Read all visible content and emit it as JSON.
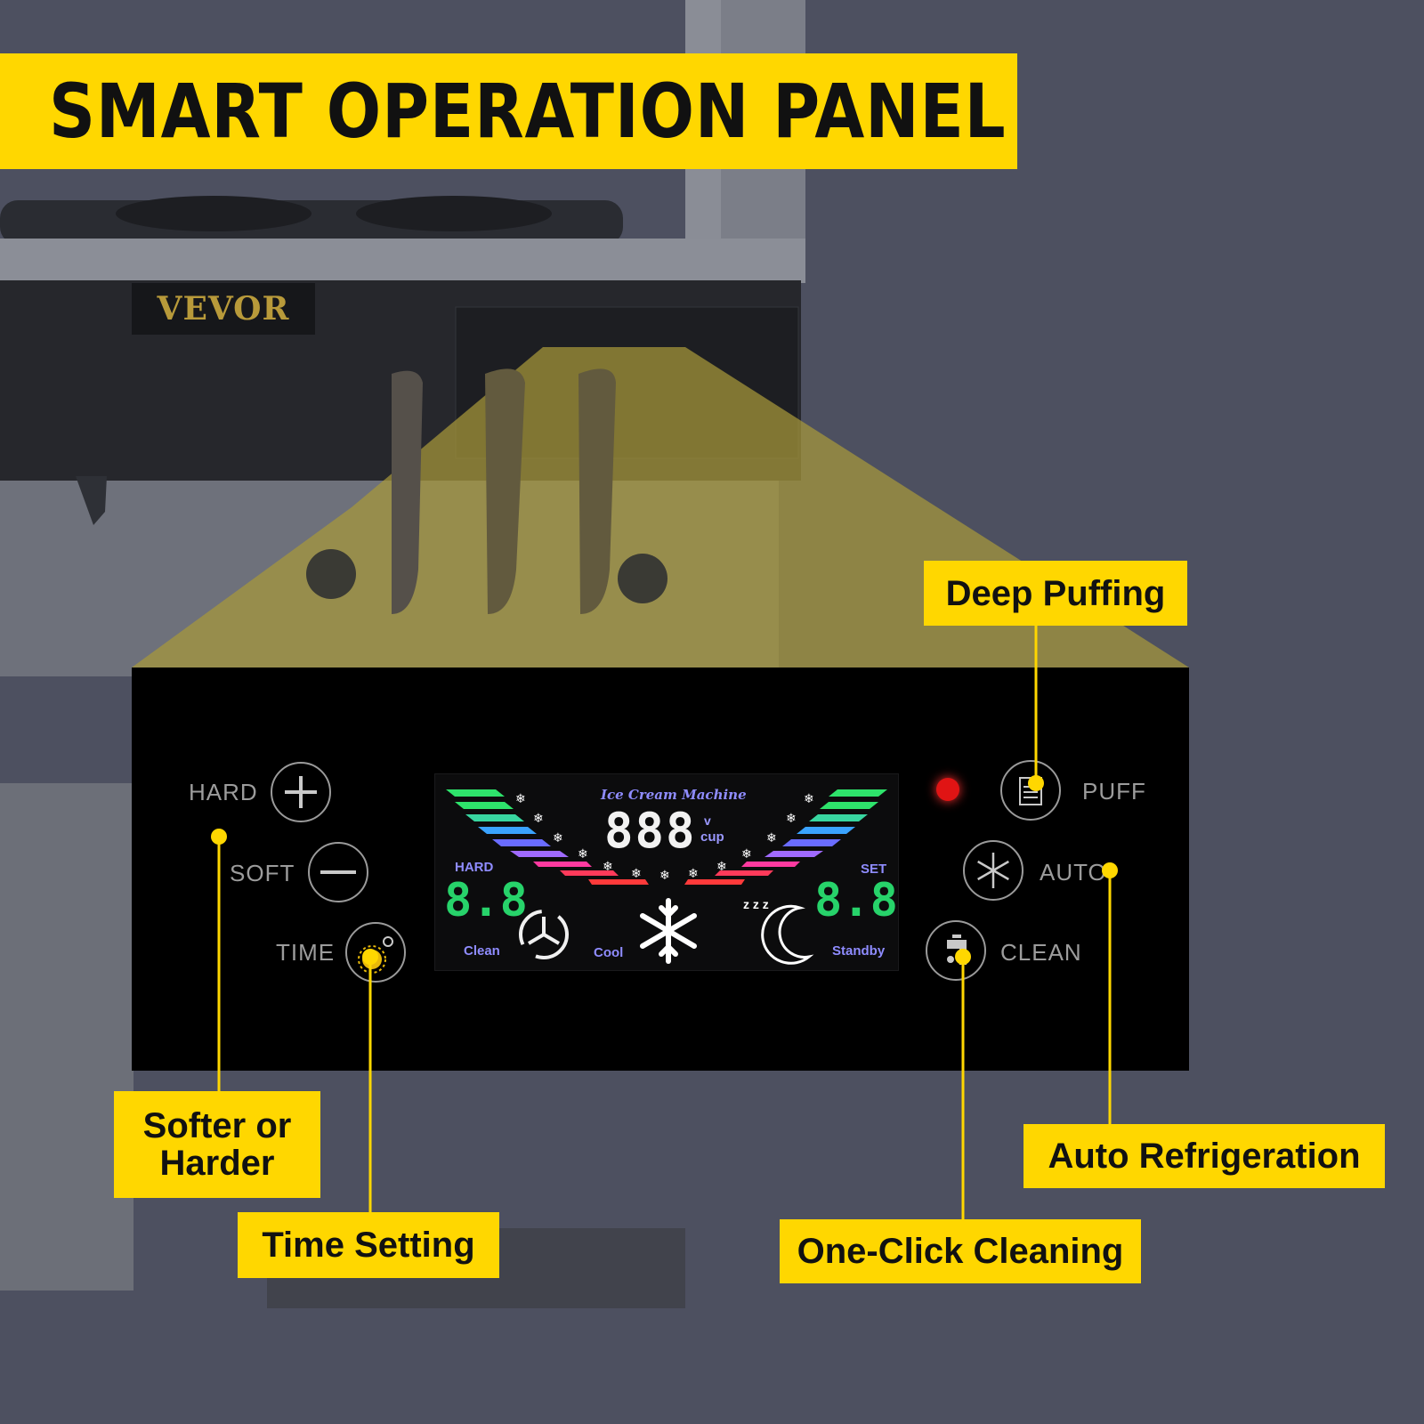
{
  "headline": "SMART OPERATION PANEL",
  "brand": "VEVOR",
  "panel": {
    "hard_label": "HARD",
    "soft_label": "SOFT",
    "time_label": "TIME",
    "puff_label": "PUFF",
    "auto_label": "AUTO",
    "clean_label": "CLEAN"
  },
  "display": {
    "title": "Ice Cream Machine",
    "counter": "888",
    "unit_v": "v",
    "unit_cup": "cup",
    "hard_label": "HARD",
    "set_label": "SET",
    "left_value": "8.8",
    "right_value": "8.8",
    "clean_label": "Clean",
    "cool_label": "Cool",
    "standby_label": "Standby",
    "zzz": "z z z"
  },
  "callouts": {
    "deep_puffing": "Deep Puffing",
    "softer_harder": "Softer or Harder",
    "time_setting": "Time Setting",
    "one_click_cleaning": "One-Click Cleaning",
    "auto_refrigeration": "Auto Refrigeration"
  },
  "icons": {
    "hard": "plus-icon",
    "soft": "minus-icon",
    "time": "timer-icon",
    "puff": "puff-icon",
    "auto": "snowflake-icon",
    "clean": "faucet-icon",
    "cool": "snowflake-icon",
    "clean_mode": "fan-icon",
    "standby": "moon-icon"
  },
  "colors": {
    "accent": "#ffd700",
    "background": "#4d5060",
    "panel": "#000000",
    "lcd_green": "#27d36a",
    "lcd_blue": "#6f6cff",
    "indicator_red": "#e01414"
  }
}
